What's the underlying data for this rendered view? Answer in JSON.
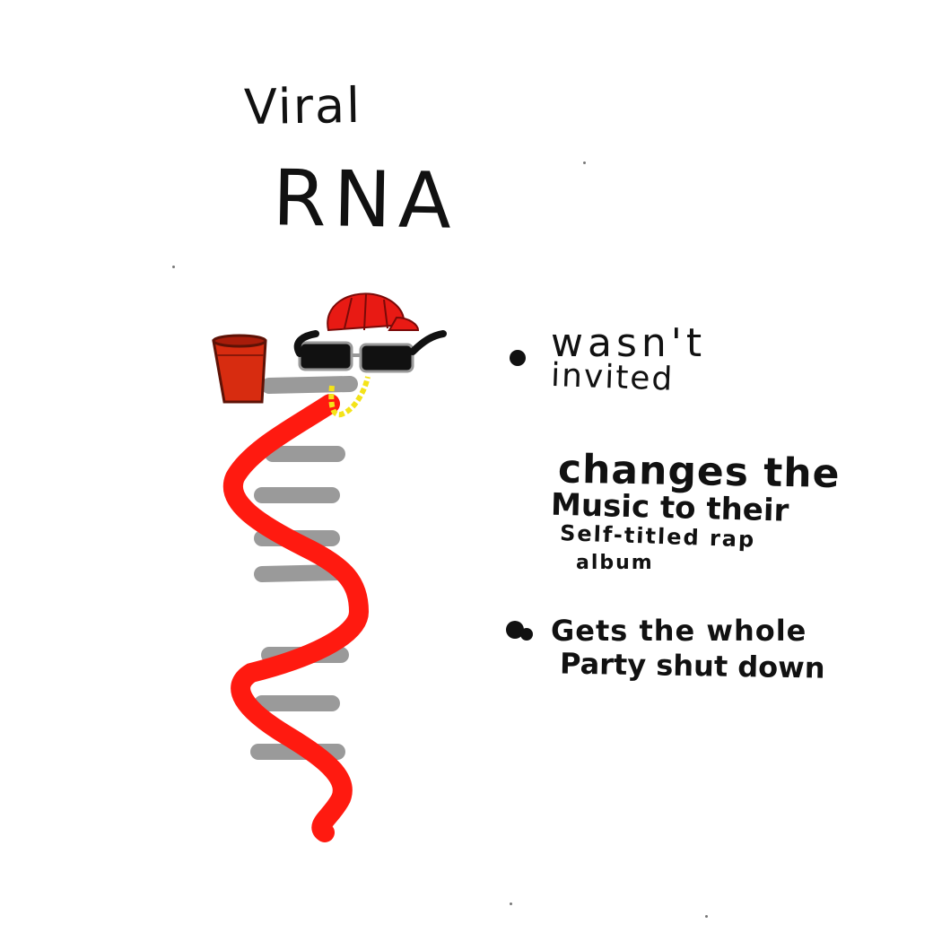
{
  "title": {
    "line1": "Viral",
    "line2": "RNA"
  },
  "bullets": [
    {
      "lines": [
        "wasn't",
        "invited"
      ]
    },
    {
      "lines": [
        "changes the",
        "Music to their",
        "Self-titled rap",
        "album"
      ]
    },
    {
      "lines": [
        "Gets the whole",
        "Party shut down"
      ]
    }
  ],
  "illustration": {
    "icons": [
      "red-cap-icon",
      "sunglasses-icon",
      "gold-chain-icon",
      "red-cup-icon",
      "rna-strand-icon"
    ],
    "colors": {
      "strand": "#ff1a10",
      "base_rungs": "#9a9a9a",
      "cap": "#e81a14",
      "cup": "#d72c10",
      "glasses": "#111111",
      "chain": "#f4e318"
    }
  }
}
